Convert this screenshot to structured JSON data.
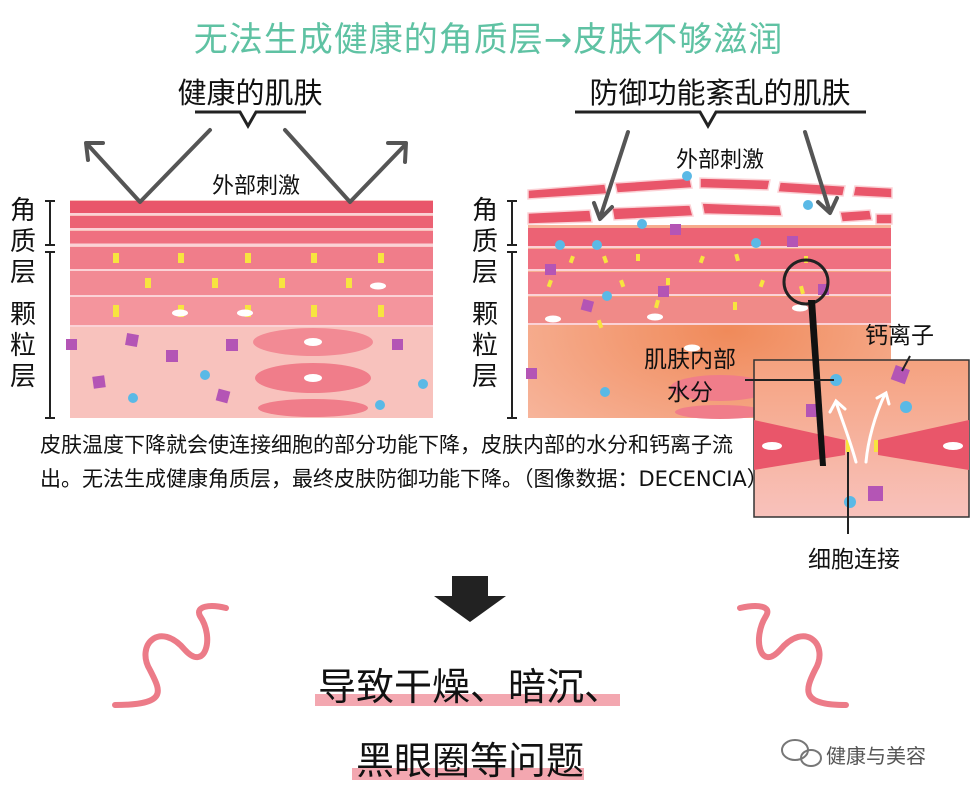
{
  "title": "无法生成健康的角质层→皮肤不够滋润",
  "colors": {
    "title": "#5fc2a3",
    "cell_dark": "#e9566a",
    "cell_light": "#f38b96",
    "tissue_bg": "#f8c2bd",
    "damaged_bg": "#f4a07a",
    "water": "#5ab9e6",
    "calcium": "#b455b5",
    "junction": "#f7e43f",
    "accent_pink": "#ec7b88"
  },
  "left_panel": {
    "label": "健康的肌肤",
    "stimulus": "外部刺激",
    "layer_corneum": "角质层",
    "layer_granular": "颗粒层"
  },
  "right_panel": {
    "label": "防御功能紊乱的肌肤",
    "stimulus": "外部刺激",
    "layer_corneum": "角质层",
    "layer_granular": "颗粒层",
    "callout_calcium": "钙离子",
    "callout_water": "肌肤内部水分",
    "callout_junction": "细胞连接"
  },
  "caption": "皮肤温度下降就会使连接细胞的部分功能下降，皮肤内部的水分和钙离子流出。无法生成健康角质层，最终皮肤防御功能下降。（图像数据：DECENCIA）",
  "result_line1": "导致干燥、暗沉、",
  "result_line2": "黑眼圈等问题",
  "watermark": "健康与美容"
}
